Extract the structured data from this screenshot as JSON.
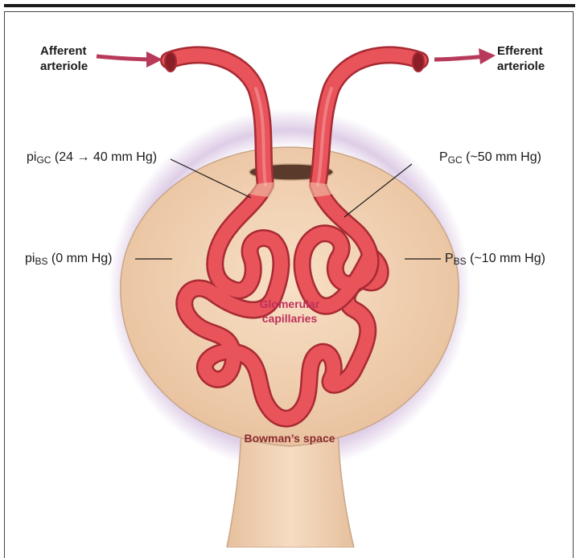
{
  "labels": {
    "afferent": "Afferent arteriole",
    "afferent_line1": "Afferent",
    "afferent_line2": "arteriole",
    "efferent": "Efferent arteriole",
    "efferent_line1": "Efferent",
    "efferent_line2": "arteriole",
    "pi_gc_base": "pi",
    "pi_gc_sub": "GC",
    "pi_gc_value": " (24 → 40 mm Hg)",
    "pi_bs_base": "pi",
    "pi_bs_sub": "BS",
    "pi_bs_value": " (0 mm Hg)",
    "p_gc_base": "P",
    "p_gc_sub": "GC",
    "p_gc_value": " (~50 mm Hg)",
    "p_bs_base": "P",
    "p_bs_sub": "BS",
    "p_bs_value": " (~10 mm Hg)",
    "glomerular_line1": "Glomerular",
    "glomerular_line2": "capillaries",
    "bowmans_space": "Bowman’s space"
  },
  "colors": {
    "capsule_fill": "#f2d0b0",
    "capsule_stroke": "#c9a688",
    "halo": "#a070b8",
    "vessel_fill": "#e8545a",
    "vessel_stroke": "#b52f37",
    "arrow": "#b83a5a",
    "glomerular_text": "#c0305a",
    "bowman_text": "#8a2a30"
  }
}
